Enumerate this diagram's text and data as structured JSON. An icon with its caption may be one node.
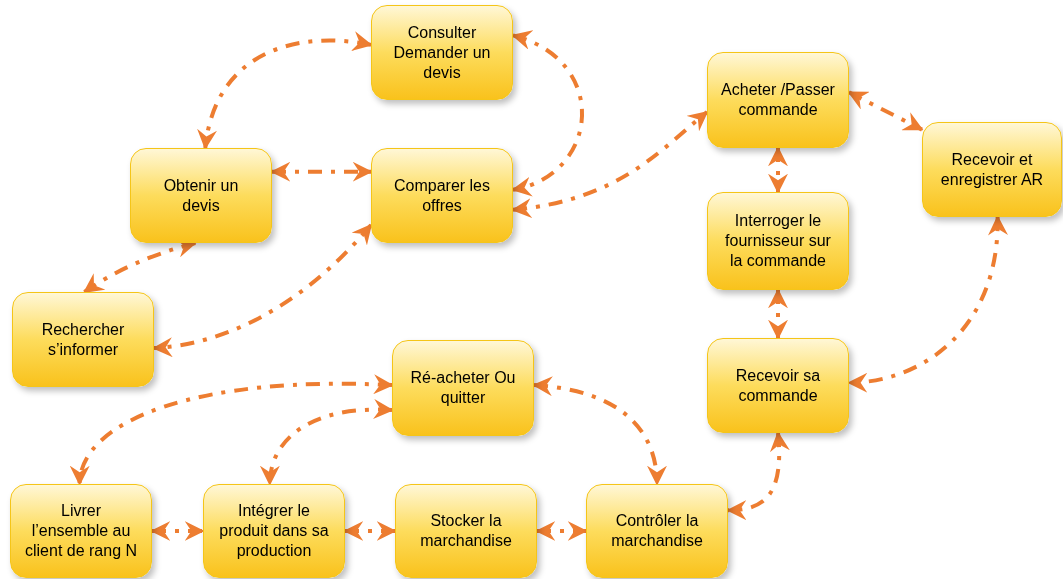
{
  "diagram": {
    "nodes": [
      {
        "text": [
          "Consulter Demander un devis"
        ]
      },
      {
        "text": [
          "Obtenir un devis"
        ]
      },
      {
        "text": [
          "Comparer les offres"
        ]
      },
      {
        "text": [
          "Rechercher s’informer"
        ]
      },
      {
        "text": [
          "Acheter /Passer commande"
        ]
      },
      {
        "text": [
          "Recevoir et enregistrer AR"
        ]
      },
      {
        "text": [
          "Interroger le fournisseur sur la commande"
        ]
      },
      {
        "text": [
          "Recevoir sa commande"
        ]
      },
      {
        "text": [
          "Ré-acheter Ou quitter"
        ]
      },
      {
        "text": [
          "Livrer l’ensemble au client de rang N"
        ]
      },
      {
        "text": [
          "Intégrer le produit dans sa production"
        ]
      },
      {
        "text": [
          "Stocker la marchandise"
        ]
      },
      {
        "text": [
          "Contrôler la marchandise"
        ]
      }
    ],
    "edges": [
      {
        "from": 0,
        "to": 1,
        "arrow": "both",
        "style": "dashed"
      },
      {
        "from": 0,
        "to": 2,
        "arrow": "both",
        "style": "dashed"
      },
      {
        "from": 1,
        "to": 2,
        "arrow": "both",
        "style": "dashed"
      },
      {
        "from": 1,
        "to": 3,
        "arrow": "both",
        "style": "dashed"
      },
      {
        "from": 2,
        "to": 3,
        "arrow": "both",
        "style": "dashed"
      },
      {
        "from": 2,
        "to": 4,
        "arrow": "both",
        "style": "dashed"
      },
      {
        "from": 4,
        "to": 5,
        "arrow": "both",
        "style": "dashed"
      },
      {
        "from": 4,
        "to": 6,
        "arrow": "both",
        "style": "dashed"
      },
      {
        "from": 6,
        "to": 7,
        "arrow": "both",
        "style": "dashed"
      },
      {
        "from": 5,
        "to": 7,
        "arrow": "both",
        "style": "dashed"
      },
      {
        "from": 7,
        "to": 12,
        "arrow": "both",
        "style": "dashed"
      },
      {
        "from": 8,
        "to": 12,
        "arrow": "both",
        "style": "dashed"
      },
      {
        "from": 8,
        "to": 9,
        "arrow": "both",
        "style": "dashed"
      },
      {
        "from": 8,
        "to": 10,
        "arrow": "both",
        "style": "dashed"
      },
      {
        "from": 9,
        "to": 10,
        "arrow": "both",
        "style": "dashed"
      },
      {
        "from": 10,
        "to": 11,
        "arrow": "both",
        "style": "dashed"
      },
      {
        "from": 11,
        "to": 12,
        "arrow": "both",
        "style": "dashed"
      }
    ]
  }
}
